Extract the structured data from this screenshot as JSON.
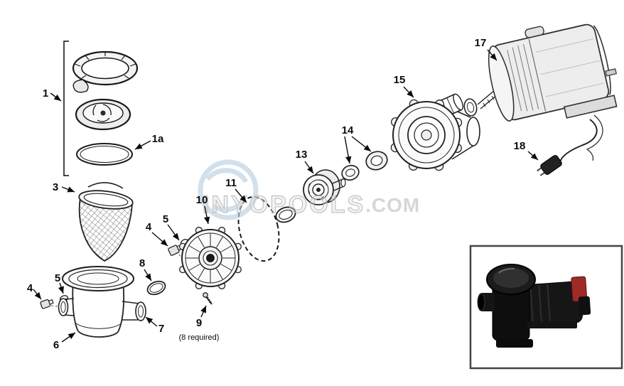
{
  "diagram": {
    "watermark": {
      "main": "INYOPOOLS",
      "suffix": ".COM"
    },
    "colors": {
      "watermark_logo": "#b9cfe0",
      "photo_red_accent": "#9e2b28",
      "line": "#1a1a1a"
    },
    "note_8_required": "(8 required)",
    "labels": {
      "part1": "1",
      "part1a": "1a",
      "part3": "3",
      "part4_left": "4",
      "part5_left": "5",
      "part4_mid": "4",
      "part5_mid": "5",
      "part6": "6",
      "part7": "7",
      "part8": "8",
      "part9": "9",
      "part10": "10",
      "part11": "11",
      "part13": "13",
      "part14": "14",
      "part15": "15",
      "part17": "17",
      "part18": "18"
    }
  }
}
